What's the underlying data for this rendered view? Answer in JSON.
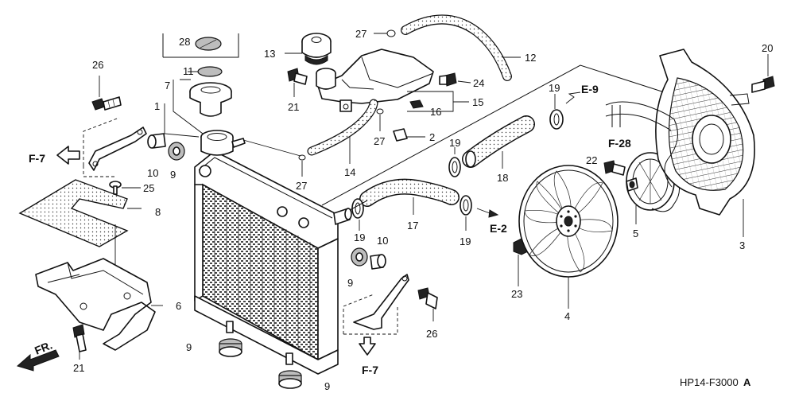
{
  "callouts": {
    "n1": "1",
    "n2": "2",
    "n3": "3",
    "n4": "4",
    "n5": "5",
    "n6": "6",
    "n7": "7",
    "n8": "8",
    "n9a": "9",
    "n9b": "9",
    "n9c": "9",
    "n9d": "9",
    "n10a": "10",
    "n10b": "10",
    "n11": "11",
    "n12": "12",
    "n13": "13",
    "n14": "14",
    "n15": "15",
    "n16": "16",
    "n17": "17",
    "n18": "18",
    "n19a": "19",
    "n19b": "19",
    "n19c": "19",
    "n19d": "19",
    "n20": "20",
    "n21a": "21",
    "n21b": "21",
    "n22": "22",
    "n23": "23",
    "n24": "24",
    "n25": "25",
    "n26a": "26",
    "n26b": "26",
    "n27a": "27",
    "n27b": "27",
    "n27c": "27",
    "n28": "28"
  },
  "references": {
    "f7_top": "F-7",
    "f7_bottom": "F-7",
    "e9": "E-9",
    "e2": "E-2",
    "f28": "F-28"
  },
  "front_label": "FR.",
  "drawing_code": "HP14-F3000",
  "drawing_code_suffix": "A"
}
